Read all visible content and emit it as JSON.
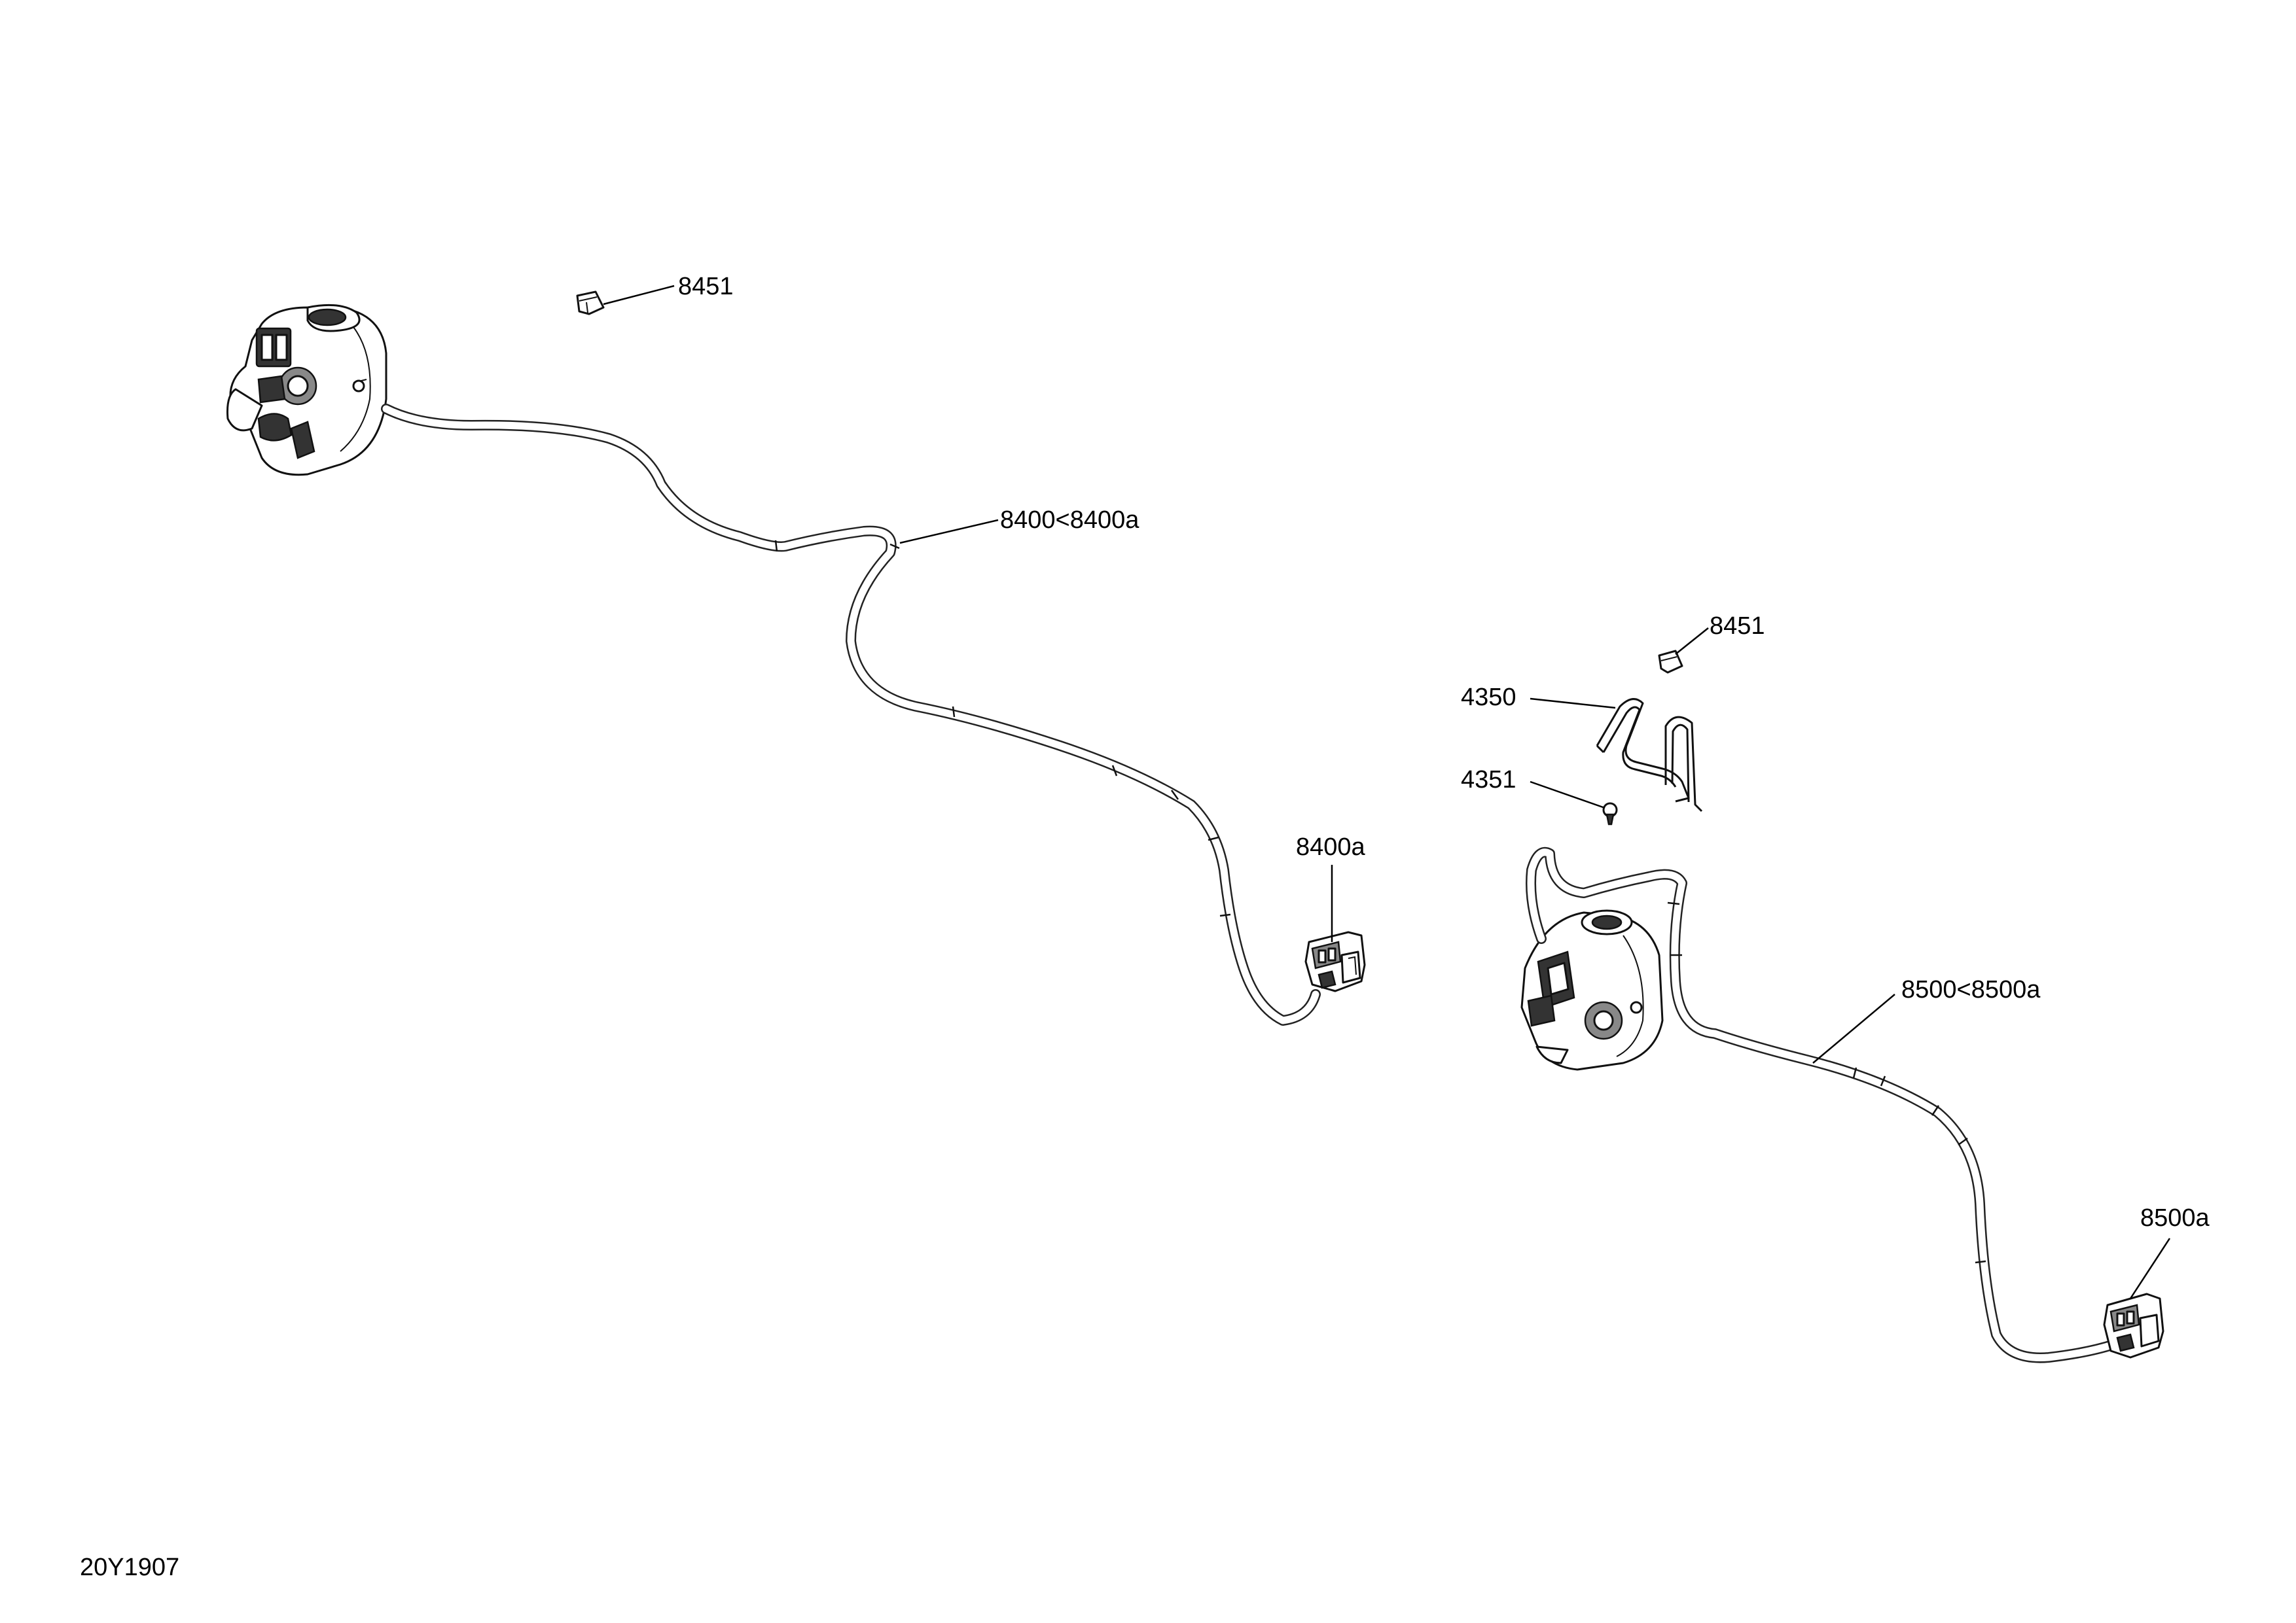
{
  "diagram": {
    "drawing_id": "20Y1907",
    "callouts": {
      "left_retainer": "8451",
      "left_harness": "8400<8400a",
      "left_connector": "8400a",
      "right_retainer": "8451",
      "bracket": "4350",
      "screw": "4351",
      "right_harness": "8500<8500a",
      "right_connector": "8500a"
    },
    "parts": [
      {
        "ref": "8451",
        "name": "retainer-clip"
      },
      {
        "ref": "8400<8400a",
        "name": "left-handlebar-switch-harness"
      },
      {
        "ref": "8400a",
        "name": "left-harness-connector"
      },
      {
        "ref": "4350",
        "name": "wire-bracket"
      },
      {
        "ref": "4351",
        "name": "screw"
      },
      {
        "ref": "8500<8500a",
        "name": "right-handlebar-switch-harness"
      },
      {
        "ref": "8500a",
        "name": "right-harness-connector"
      }
    ]
  }
}
